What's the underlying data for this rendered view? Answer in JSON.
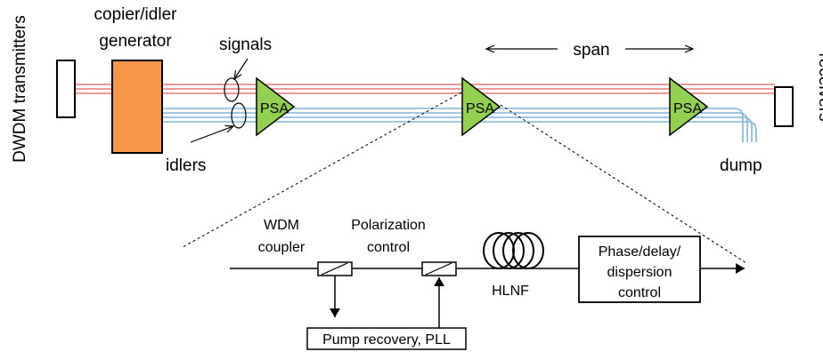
{
  "labels": {
    "transmitters": "DWDM transmitters",
    "generator_line1": "copier/idler",
    "generator_line2": "generator",
    "signals": "signals",
    "idlers": "idlers",
    "span": "span",
    "receivers": "receivers",
    "dump": "dump",
    "psa": "PSA"
  },
  "detail": {
    "wdm_line1": "WDM",
    "wdm_line2": "coupler",
    "pol_line1": "Polarization",
    "pol_line2": "control",
    "hlnf": "HLNF",
    "phase_line1": "Phase/delay/",
    "phase_line2": "dispersion",
    "phase_line3": "control",
    "pump": "Pump recovery,  PLL"
  },
  "colors": {
    "generator_fill": "#f7964a",
    "psa_fill": "#92d050",
    "signal_line": "#e8797a",
    "idler_line": "#7fb6dc"
  }
}
